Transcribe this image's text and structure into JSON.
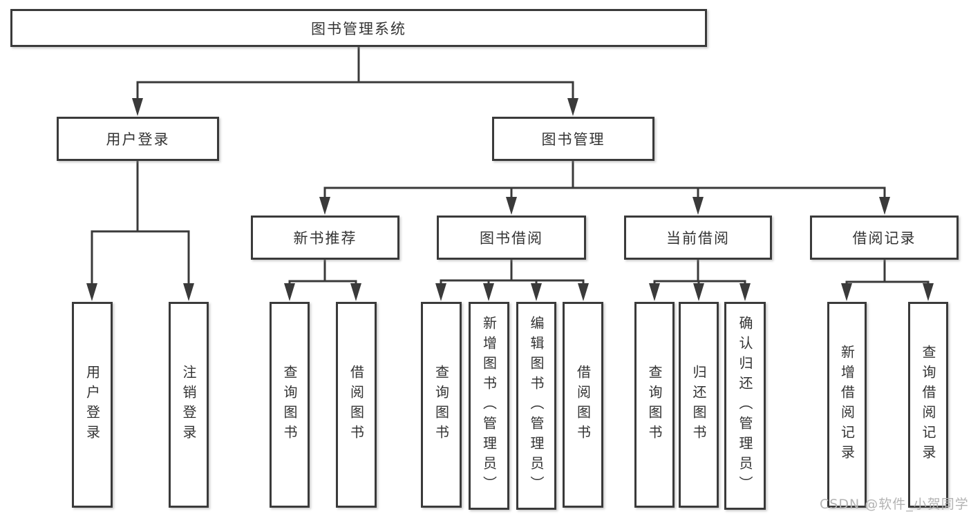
{
  "diagram": {
    "title": "图书管理系统",
    "watermark": "CSDN @软件_小贺同学",
    "colors": {
      "stroke": "#3a3a3a",
      "box_background": "#ffffff",
      "text": "#333333",
      "watermark": "#b3b3b3"
    },
    "nodes": {
      "root": "图书管理系统",
      "user_login": "用户登录",
      "book_mgmt": "图书管理",
      "new_rec": "新书推荐",
      "book_borrow": "图书借阅",
      "cur_borrow": "当前借阅",
      "borrow_rec": "借阅记录",
      "leaf_user_login": "用户登录",
      "leaf_logout": "注销登录",
      "leaf_rec_query": "查询图书",
      "leaf_rec_borrow": "借阅图书",
      "leaf_bb_query": "查询图书",
      "leaf_bb_add": "新增图书（管理员）",
      "leaf_bb_edit": "编辑图书（管理员）",
      "leaf_bb_borrow": "借阅图书",
      "leaf_cb_query": "查询图书",
      "leaf_cb_return": "归还图书",
      "leaf_cb_confirm": "确认归还（管理员）",
      "leaf_br_add": "新增借阅记录",
      "leaf_br_query": "查询借阅记录"
    },
    "structure": {
      "图书管理系统": {
        "用户登录": [
          "用户登录",
          "注销登录"
        ],
        "图书管理": {
          "新书推荐": [
            "查询图书",
            "借阅图书"
          ],
          "图书借阅": [
            "查询图书",
            "新增图书（管理员）",
            "编辑图书（管理员）",
            "借阅图书"
          ],
          "当前借阅": [
            "查询图书",
            "归还图书",
            "确认归还（管理员）"
          ],
          "借阅记录": [
            "新增借阅记录",
            "查询借阅记录"
          ]
        }
      }
    }
  }
}
